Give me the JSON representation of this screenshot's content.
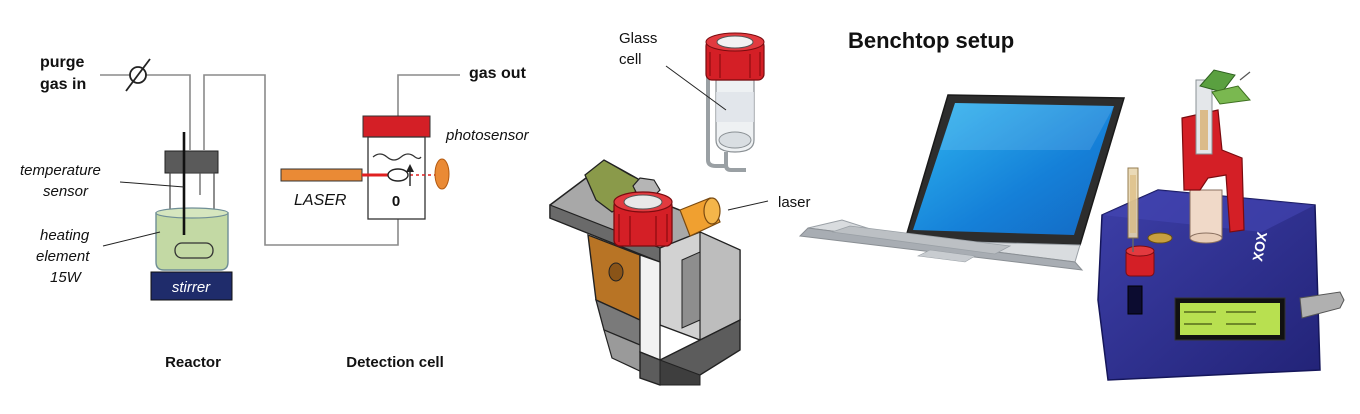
{
  "schematic": {
    "purge_gas_line1": "purge",
    "purge_gas_line2": "gas in",
    "gas_out": "gas out",
    "temperature_line1": "temperature",
    "temperature_line2": "sensor",
    "heating_line1": "heating",
    "heating_line2": "element",
    "heating_line3": "15W",
    "stirrer": "stirrer",
    "laser": "LASER",
    "photosensor": "photosensor",
    "cell_zero": "0",
    "reactor_caption": "Reactor",
    "detection_caption": "Detection cell"
  },
  "cell_model": {
    "glass_line1": "Glass",
    "glass_line2": "cell",
    "laser": "laser"
  },
  "benchtop": {
    "title": "Benchtop setup",
    "brand": "XOX"
  },
  "colors": {
    "cap_red": "#d41f26",
    "laser_orange": "#ea8a35",
    "liquid_green": "#c3d9a4",
    "stirrer_navy": "#1f2c6b",
    "device_blue": "#2e2f93",
    "screen_blue": "#1e90e0",
    "lcd_green": "#b8e050"
  }
}
